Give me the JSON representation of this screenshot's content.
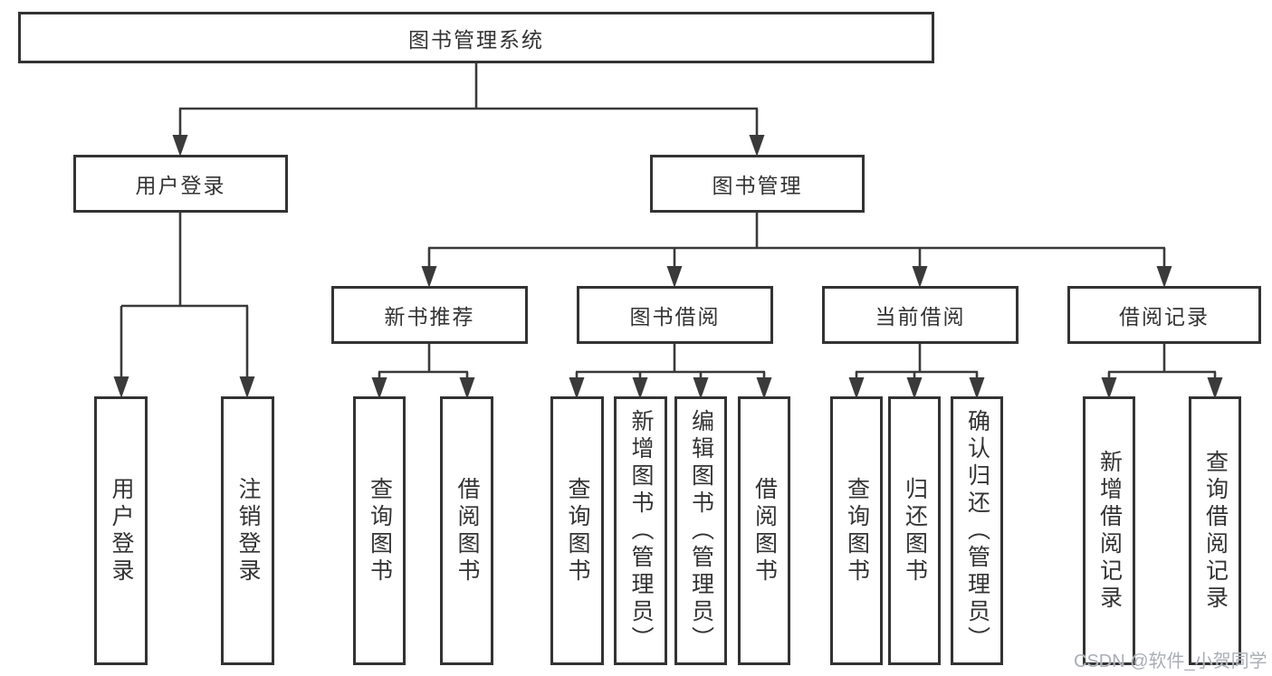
{
  "diagram": {
    "title": "图书管理系统",
    "root": {
      "label": "图书管理系统"
    },
    "level2": [
      {
        "label": "用户登录",
        "children": [
          {
            "label": "用户登录"
          },
          {
            "label": "注销登录"
          }
        ]
      },
      {
        "label": "图书管理",
        "children": [
          {
            "label": "新书推荐",
            "children": [
              {
                "label": "查询图书"
              },
              {
                "label": "借阅图书"
              }
            ]
          },
          {
            "label": "图书借阅",
            "children": [
              {
                "label": "查询图书"
              },
              {
                "label": "新增图书（管理员）"
              },
              {
                "label": "编辑图书（管理员）"
              },
              {
                "label": "借阅图书"
              }
            ]
          },
          {
            "label": "当前借阅",
            "children": [
              {
                "label": "查询图书"
              },
              {
                "label": "归还图书"
              },
              {
                "label": "确认归还（管理员）"
              }
            ]
          },
          {
            "label": "借阅记录",
            "children": [
              {
                "label": "新增借阅记录"
              },
              {
                "label": "查询借阅记录"
              }
            ]
          }
        ]
      }
    ]
  },
  "colors": {
    "line": "#3a3a3a",
    "box_border": "#333333",
    "text": "#333333",
    "watermark": "#aaaeb5",
    "background": "#ffffff"
  },
  "watermark": {
    "text": "CSDN @软件_小贺同学"
  }
}
